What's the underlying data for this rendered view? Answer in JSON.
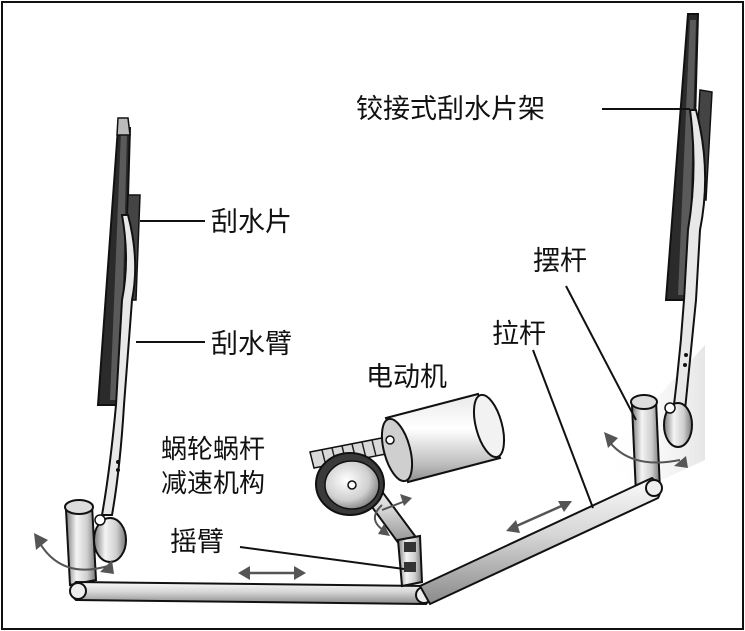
{
  "labels": {
    "hinged_blade_frame": "铰接式刮水片架",
    "wiper_blade": "刮水片",
    "wiper_arm": "刮水臂",
    "swing_lever": "摆杆",
    "pull_rod": "拉杆",
    "motor": "电动机",
    "worm_reducer_line1": "蜗轮蜗杆",
    "worm_reducer_line2": "减速机构",
    "rocker_arm": "摇臂"
  },
  "colors": {
    "outline": "#111111",
    "metal_light": "#f2f2f2",
    "metal_mid": "#bdbdbd",
    "metal_dark": "#6e6e6e",
    "blade_dark": "#2b2b2b",
    "background": "#ffffff"
  },
  "icons": {
    "arrows": "double-headed-motion-arrow"
  }
}
